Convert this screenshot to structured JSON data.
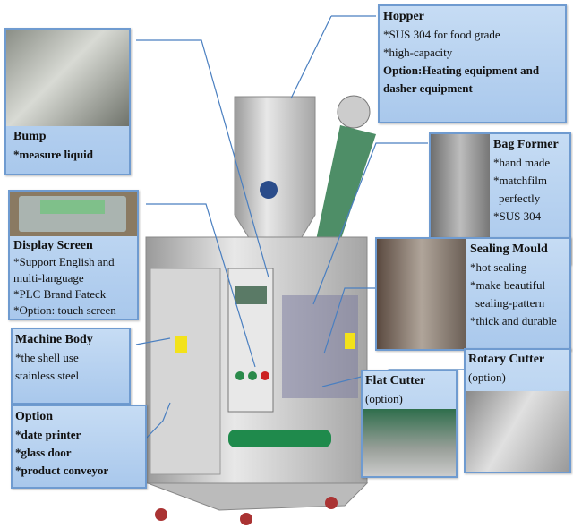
{
  "callouts": {
    "hopper": {
      "title": "Hopper",
      "lines": [
        "*SUS 304 for food grade",
        "*high-capacity"
      ],
      "option": "Option:Heating equipment and",
      "option2": "dasher equipment"
    },
    "bump": {
      "title": "Bump",
      "lines": [
        "*measure liquid"
      ]
    },
    "display": {
      "title": "Display Screen",
      "lines": [
        "*Support English and",
        "multi-language",
        "*PLC Brand Fateck",
        "*Option: touch screen"
      ]
    },
    "bag_former": {
      "title": "Bag Former",
      "lines": [
        "*hand made",
        "*matchfilm",
        "perfectly",
        "*SUS 304"
      ]
    },
    "sealing": {
      "title": "Sealing Mould",
      "lines": [
        "*hot sealing",
        "*make beautiful",
        "sealing-pattern",
        "*thick and durable"
      ]
    },
    "body": {
      "title": "Machine Body",
      "lines": [
        "*the shell use",
        "stainless steel"
      ]
    },
    "option": {
      "title": "Option",
      "lines": [
        "*date printer",
        "*glass door",
        "*product conveyor"
      ]
    },
    "flat_cutter": {
      "title": "Flat Cutter",
      "sub": "(option)"
    },
    "rotary_cutter": {
      "title": "Rotary Cutter",
      "sub": "(option)"
    }
  },
  "colors": {
    "box": "#a9c8ec",
    "border": "#6f9bd0",
    "leader": "#4a7fc0",
    "steel": "#c9c9c9",
    "conveyor": "#1f8a4c"
  }
}
